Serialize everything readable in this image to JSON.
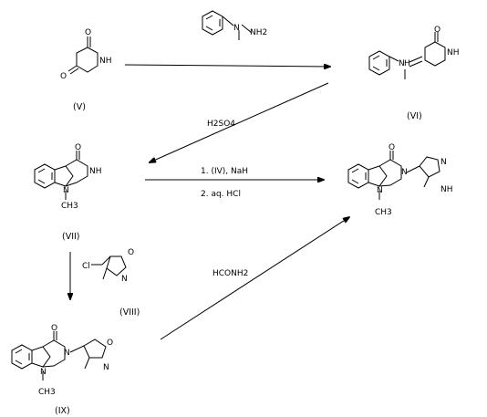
{
  "compounds": {
    "V": {
      "label": "(V)",
      "atoms": {
        "o1": "O",
        "o2": "O",
        "nh": "NH"
      }
    },
    "VI": {
      "label": "(VI)",
      "atoms": {
        "o": "O",
        "nh": "NH",
        "n": "N",
        "h": "H"
      }
    },
    "VII": {
      "label": "(VII)",
      "atoms": {
        "o": "O",
        "nh": "NH",
        "n": "N",
        "ch3": "CH3"
      }
    },
    "VIII": {
      "label": "(VIII)",
      "atoms": {
        "cl": "Cl",
        "o": "O",
        "n": "N"
      }
    },
    "IX": {
      "label": "(IX)",
      "atoms": {
        "o": "O",
        "n_lactam": "N",
        "n_indole": "N",
        "ch3": "CH3",
        "o_ox": "O",
        "n_ox": "N"
      }
    },
    "product": {
      "atoms": {
        "o": "O",
        "n_lactam": "N",
        "n_indole": "N",
        "ch3": "CH3",
        "n_im": "N",
        "nh_im": "NH"
      }
    }
  },
  "reagents": {
    "hydrazine": {
      "n1": "N",
      "nh2": "NH2"
    },
    "step2": "H2SO4",
    "step3_a": "1. (IV), NaH",
    "step3_b": "2. aq. HCl",
    "step5": "HCONH2"
  }
}
